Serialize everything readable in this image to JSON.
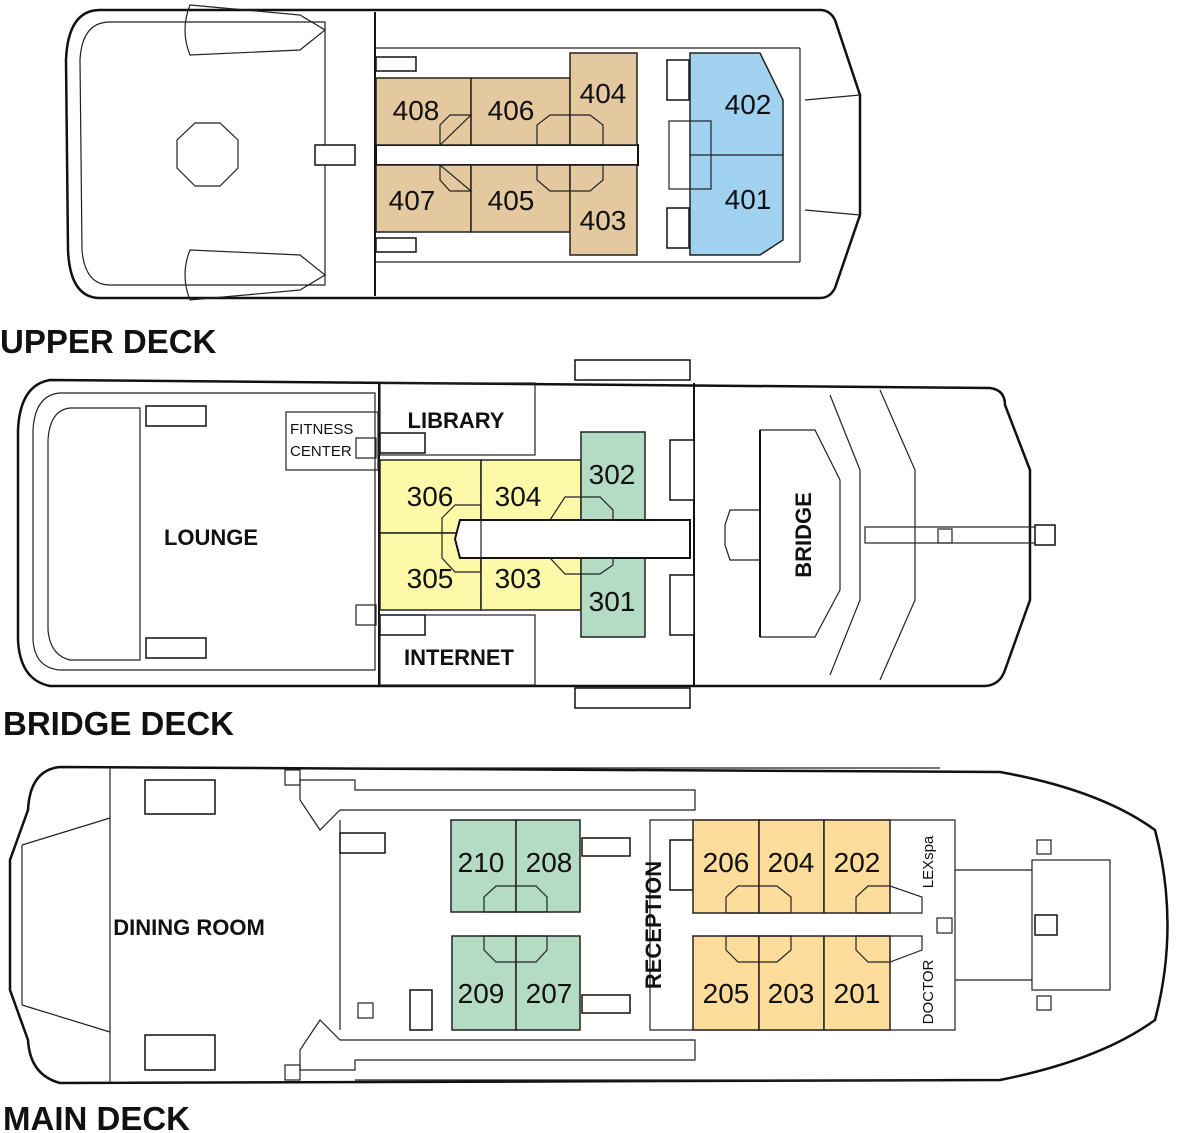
{
  "colors": {
    "upper_suite": "#e4c9a0",
    "upper_premium": "#a0d2f0",
    "bridge_category_a": "#fdf9a8",
    "bridge_category_b": "#b4dcc4",
    "main_category_a": "#b4dcc4",
    "main_category_b": "#fddc9c"
  },
  "upper_deck": {
    "label": "UPPER DECK",
    "cabins": [
      "408",
      "406",
      "404",
      "407",
      "405",
      "403",
      "402",
      "401"
    ]
  },
  "bridge_deck": {
    "label": "BRIDGE DECK",
    "rooms": {
      "library": "LIBRARY",
      "internet": "INTERNET",
      "fitness_1": "FITNESS",
      "fitness_2": "CENTER",
      "lounge": "LOUNGE",
      "bridge": "BRIDGE"
    },
    "cabins": [
      "306",
      "304",
      "305",
      "303",
      "302",
      "301"
    ]
  },
  "main_deck": {
    "label": "MAIN DECK",
    "rooms": {
      "dining": "DINING ROOM",
      "reception": "RECEPTION",
      "spa": "LEXspa",
      "doctor": "DOCTOR"
    },
    "cabins": [
      "210",
      "208",
      "209",
      "207",
      "206",
      "204",
      "202",
      "205",
      "203",
      "201"
    ]
  }
}
